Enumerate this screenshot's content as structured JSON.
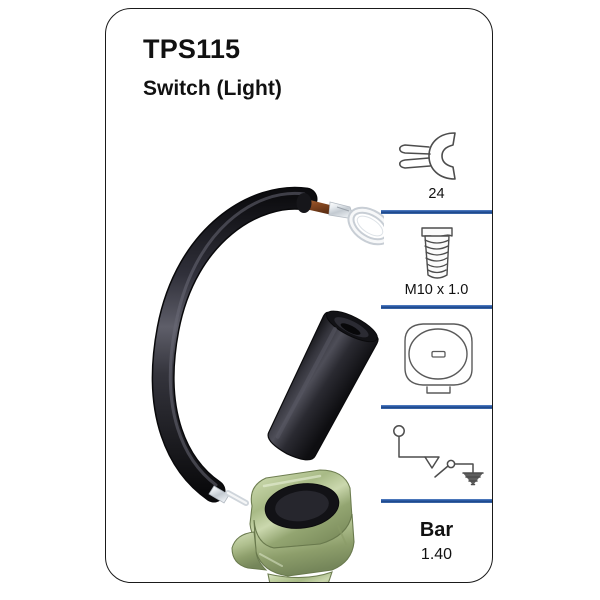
{
  "card": {
    "header": {
      "part_number": "TPS115",
      "part_name": "Switch (Light)"
    },
    "product_photo": {
      "alt_name": "oil-pressure-switch-with-cable-and-ring-terminal",
      "colors": {
        "cable": "#1b1b1f",
        "cable_highlight": "#54545c",
        "boot": "#232327",
        "body_zinc": "#b9c79a",
        "body_zinc_dark": "#7f8f63",
        "body_zinc_light": "#dbe4c4",
        "terminal_silver": "#d9dde2",
        "copper": "#8a4a22"
      }
    },
    "specs": [
      {
        "name": "spanner-size",
        "icon": "wrench-icon",
        "label": "24"
      },
      {
        "name": "thread-size",
        "icon": "thread-bolt-icon",
        "label": "M10 x 1.0"
      },
      {
        "name": "connector-type",
        "icon": "connector-icon",
        "label": ""
      },
      {
        "name": "circuit-diagram",
        "icon": "switch-circuit-icon",
        "label": ""
      }
    ],
    "pressure": {
      "unit": "Bar",
      "value": "1.40"
    },
    "accent_color": "#2a5aa8",
    "border_color": "#1a1a1a"
  }
}
